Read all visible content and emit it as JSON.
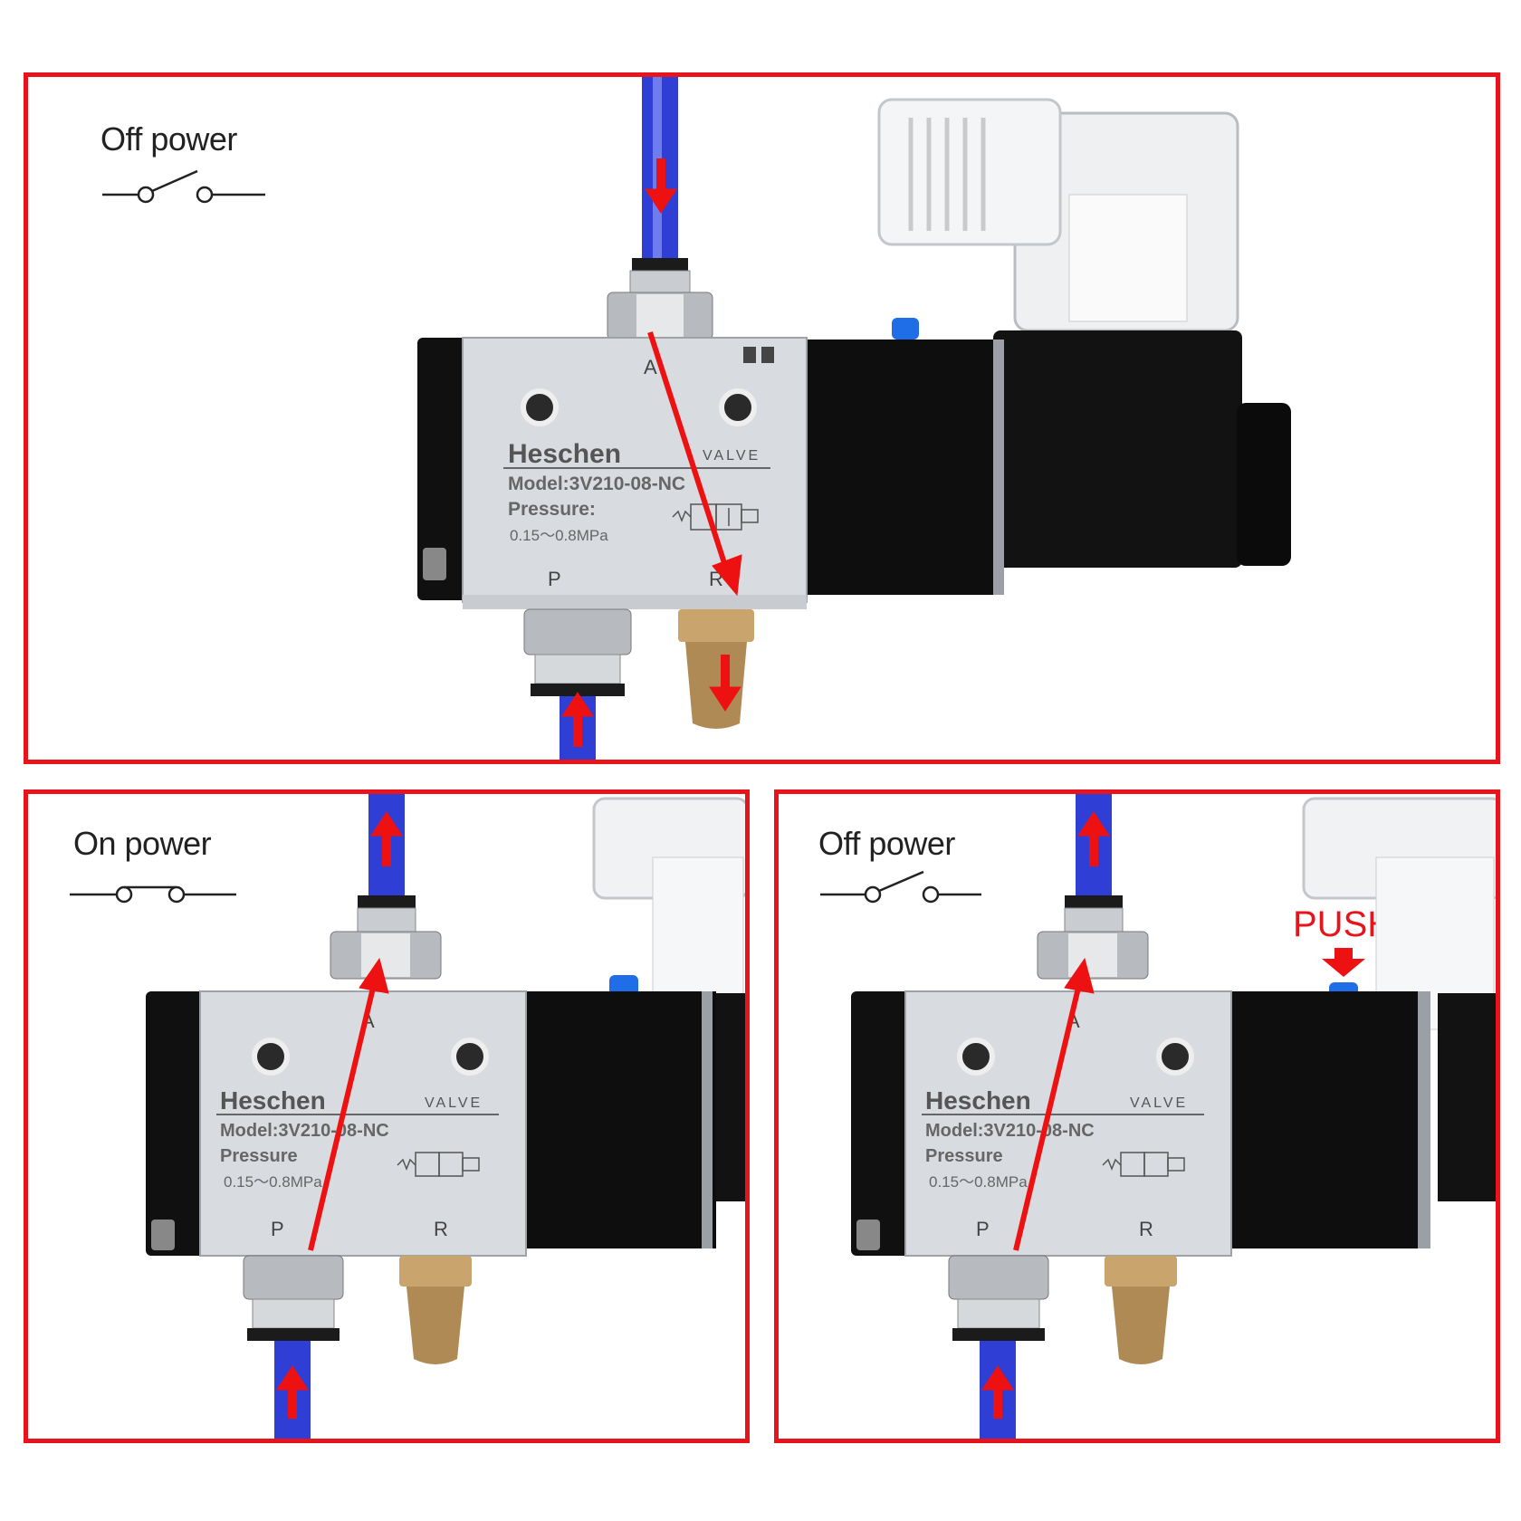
{
  "colors": {
    "frame": "#e8141b",
    "tube": "#2f3fd6",
    "arrow": "#ee1111",
    "valve_body": "#d8dbdf",
    "solenoid": "#111111",
    "muffler": "#b08a55"
  },
  "panels": [
    {
      "state_label": "Off power",
      "switch": "open",
      "flow": "A to R (exhaust)",
      "valve": {
        "brand": "Heschen",
        "type_label": "VALVE",
        "model": "Model:3V210-08-NC",
        "pressure_label": "Pressure:",
        "pressure_range": "0.15～0.8MPa",
        "port_a": "A",
        "port_p": "P",
        "port_r": "R"
      }
    },
    {
      "state_label": "On power",
      "switch": "closed",
      "flow": "P to A",
      "valve": {
        "brand": "Heschen",
        "type_label": "VALVE",
        "model": "Model:3V210-08-NC",
        "pressure_label": "Pressure",
        "pressure_range": "0.15～0.8MPa",
        "port_a": "A",
        "port_p": "P",
        "port_r": "R"
      }
    },
    {
      "state_label": "Off power",
      "switch": "open",
      "flow": "P to A (manual override)",
      "push_label": "PUSH",
      "valve": {
        "brand": "Heschen",
        "type_label": "VALVE",
        "model": "Model:3V210-08-NC",
        "pressure_label": "Pressure",
        "pressure_range": "0.15～0.8MPa",
        "port_a": "A",
        "port_p": "P",
        "port_r": "R"
      }
    }
  ]
}
